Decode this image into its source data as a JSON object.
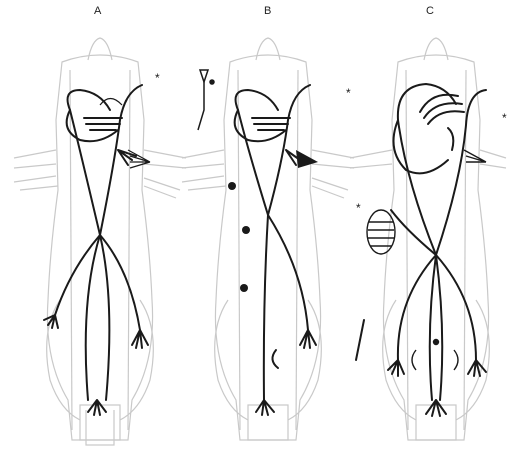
{
  "panels": [
    {
      "label": "A",
      "marker": "*"
    },
    {
      "label": "B",
      "marker": "*"
    },
    {
      "label": "C",
      "marker": "*"
    }
  ],
  "colors": {
    "background": "#ffffff",
    "outline": "#c9c9c9",
    "nerve": "#1a1a1a"
  }
}
